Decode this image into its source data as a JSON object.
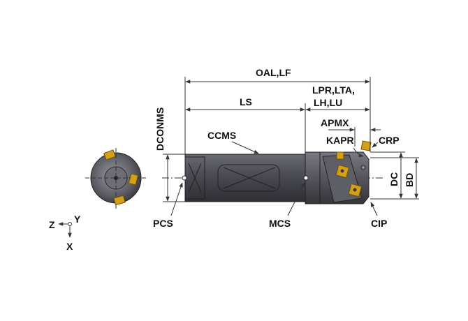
{
  "labels": {
    "oal_lf": "OAL,LF",
    "lpr_lta": "LPR,LTA,",
    "lh_lu": "LH,LU",
    "ls": "LS",
    "apmx": "APMX",
    "kapr": "KAPR",
    "crp": "CRP",
    "ccms": "CCMS",
    "dconms": "DCONMS",
    "dc": "DC",
    "bd": "BD",
    "pcs": "PCS",
    "mcs": "MCS",
    "cip": "CIP",
    "axis_z": "Z",
    "axis_y": "Y",
    "axis_x": "X"
  },
  "colors": {
    "body": "#4a4a52",
    "body_dark": "#2e2e34",
    "body_light": "#8a8a92",
    "insert": "#d4a017",
    "insert_dark": "#8a6a10",
    "dimension": "#333333",
    "text": "#111111"
  }
}
